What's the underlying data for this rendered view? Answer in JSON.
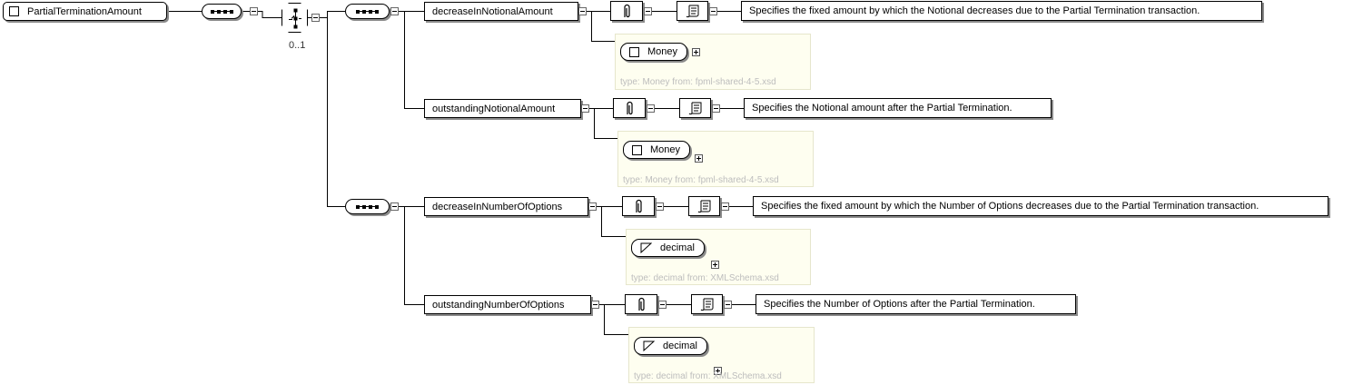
{
  "root": {
    "label": "PartialTerminationAmount"
  },
  "choice": {
    "occurrence": "0..1"
  },
  "elements": [
    {
      "name": "decreaseInNotionalAmount",
      "doc": "Specifies the fixed amount by which the Notional decreases due to the Partial Termination transaction.",
      "type_label": "Money",
      "type_kind": "complex",
      "type_source": "type: Money from: fpml-shared-4-5.xsd"
    },
    {
      "name": "outstandingNotionalAmount",
      "doc": "Specifies the Notional amount after the Partial Termination.",
      "type_label": "Money",
      "type_kind": "complex",
      "type_source": "type: Money from: fpml-shared-4-5.xsd"
    },
    {
      "name": "decreaseInNumberOfOptions",
      "doc": "Specifies the fixed amount by which the Number of Options decreases due to the Partial Termination transaction.",
      "type_label": "decimal",
      "type_kind": "simple",
      "type_source": "type: decimal from: XMLSchema.xsd"
    },
    {
      "name": "outstandingNumberOfOptions",
      "doc": "Specifies the Number of Options after the Partial Termination.",
      "type_label": "decimal",
      "type_kind": "simple",
      "type_source": "type: decimal from: XMLSchema.xsd"
    }
  ],
  "icons": {
    "expand": "plus-icon",
    "collapse": "minus-icon",
    "sequence": "sequence-icon",
    "choice": "choice-icon",
    "info": "attachment-icon",
    "documentation": "scroll-icon"
  }
}
